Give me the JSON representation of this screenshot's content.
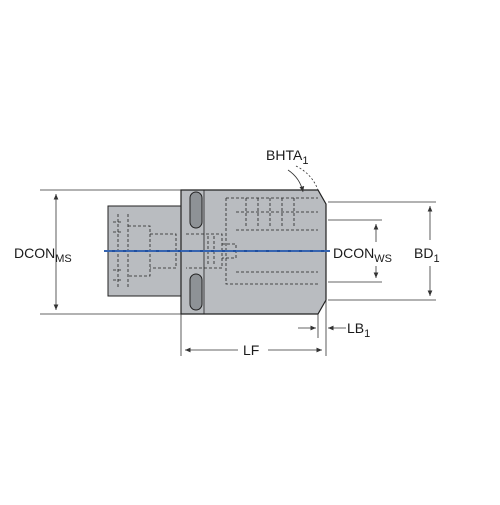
{
  "labels": {
    "dcon_ms": {
      "main": "DCON",
      "sub": "MS"
    },
    "dcon_ws": {
      "main": "DCON",
      "sub": "WS"
    },
    "bd": {
      "main": "BD",
      "sub": "1"
    },
    "bhta": {
      "main": "BHTA",
      "sub": "1"
    },
    "lb": {
      "main": "LB",
      "sub": "1"
    },
    "lf": {
      "main": "LF"
    }
  },
  "colors": {
    "body": "#b9bcc0",
    "body_dark": "#8e9296",
    "outline": "#222222",
    "centerline": "#1f4fa0",
    "dim": "#333333"
  }
}
